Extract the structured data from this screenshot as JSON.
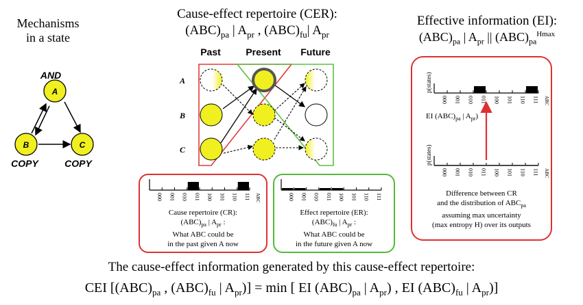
{
  "mechanisms": {
    "title_line1": "Mechanisms",
    "title_line2": "in a state",
    "node_A": "A",
    "node_B": "B",
    "node_C": "C",
    "label_and": "AND",
    "label_copy_b": "COPY",
    "label_copy_c": "COPY"
  },
  "cer": {
    "title": "Cause-effect repertoire (CER):",
    "subtitle": {
      "p1": "(ABC)",
      "sub1": "pa",
      "p2": " | A",
      "sub2": "pr",
      "p3": " , (ABC)",
      "sub3": "fu",
      "p4": "| A",
      "sub4": "pr"
    },
    "col_past": "Past",
    "col_present": "Present",
    "col_future": "Future",
    "row_a": "A",
    "row_b": "B",
    "row_c": "C"
  },
  "ei": {
    "title": "Effective information (EI):",
    "subtitle": {
      "p1": "(ABC)",
      "sub1": "pa",
      "p2": " | A",
      "sub2": "pr",
      "p3": " || (ABC)",
      "sub3": "pa",
      "sup3": "Hmax"
    },
    "y_label": "p(states)",
    "x_label": "ABC",
    "states": [
      "000",
      "001",
      "010",
      "011",
      "100",
      "101",
      "110",
      "111"
    ],
    "top_values": [
      0,
      0,
      0,
      0.5,
      0,
      0,
      0,
      0.5
    ],
    "bottom_values": [
      0.125,
      0.125,
      0.125,
      0.125,
      0.125,
      0.125,
      0.125,
      0.125
    ],
    "ei_label": {
      "p1": "EI (ABC)",
      "sub1": "pa",
      "p2": " | A",
      "sub2": "pr",
      "p3": ")"
    },
    "desc_line1": "Difference between CR",
    "desc_line2": {
      "p1": "and the  distribution of ABC",
      "sub1": "pa"
    },
    "desc_line3": "assuming max uncertainty",
    "desc_line4": "(max entropy H) over its outputs",
    "accent_red": "#dd3030"
  },
  "cr": {
    "x_label": "ABC",
    "states": [
      "000",
      "001",
      "010",
      "011",
      "100",
      "101",
      "110",
      "111"
    ],
    "values": [
      0,
      0,
      0,
      0.5,
      0,
      0,
      0,
      0.5
    ],
    "line1": "Cause repertoire (CR):",
    "line2": {
      "p1": "(ABC)",
      "sub1": "pa",
      "p2": " | A",
      "sub2": "pr",
      "p3": " :"
    },
    "line3": "What ABC could be",
    "line4": "in the past given A now",
    "border": "#dd3030"
  },
  "er": {
    "states": [
      "000",
      "001",
      "010",
      "011",
      "100",
      "101",
      "110",
      "111"
    ],
    "values": [
      0.25,
      0.25,
      0,
      0.25,
      0.25,
      0,
      0,
      0
    ],
    "line1": "Effect repertoire (ER):",
    "line2": {
      "p1": "(ABC)",
      "sub1": "fu",
      "p2": " | A",
      "sub2": "pr",
      "p3": " :"
    },
    "line3": "What ABC could be",
    "line4": "in the future given A now",
    "border": "#55b83a"
  },
  "footer": {
    "line1": "The cause-effect information generated by this cause-effect repertoire:",
    "formula": {
      "p1": "CEI [(ABC)",
      "s1": "pa",
      "p2": " , (ABC)",
      "s2": "fu",
      "p3": " | A",
      "s3": "pr",
      "p4": ")] = min [ EI (ABC)",
      "s4": "pa",
      "p5": " | A",
      "s5": "pr",
      "p6": ") , EI (ABC)",
      "s6": "fu",
      "p7": " | A",
      "s7": "pr",
      "p8": ")]"
    }
  },
  "colors": {
    "node_fill": "#f0ef20",
    "red": "#e03a3a",
    "green": "#5cbf40"
  }
}
